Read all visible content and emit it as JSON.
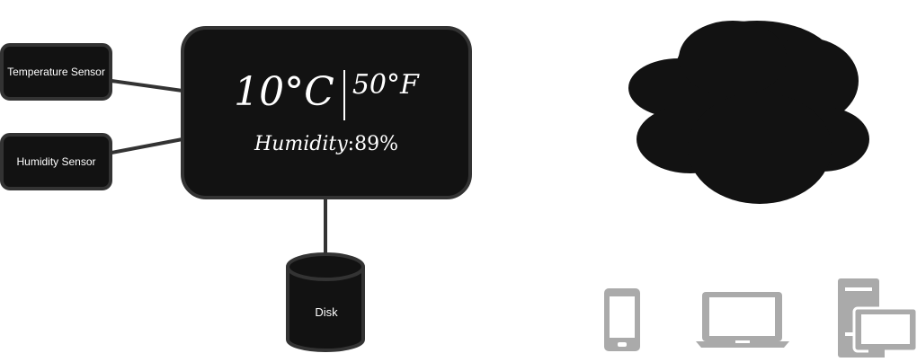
{
  "sensors": [
    {
      "label": "Temperature Sensor"
    },
    {
      "label": "Humidity Sensor"
    }
  ],
  "display": {
    "temp_c": "10°C",
    "temp_f": "50°F",
    "humidity_label": "Humidity",
    "humidity_value": "89%"
  },
  "storage": {
    "label": "Disk"
  },
  "cloud": {
    "icon": "cloud-icon"
  },
  "devices": [
    {
      "icon": "smartphone-icon"
    },
    {
      "icon": "laptop-icon"
    },
    {
      "icon": "desktop-computer-icon"
    }
  ],
  "colors": {
    "box_fill": "#121212",
    "box_border": "#333333",
    "device_gray": "#aaaaaa",
    "text": "#ffffff"
  }
}
